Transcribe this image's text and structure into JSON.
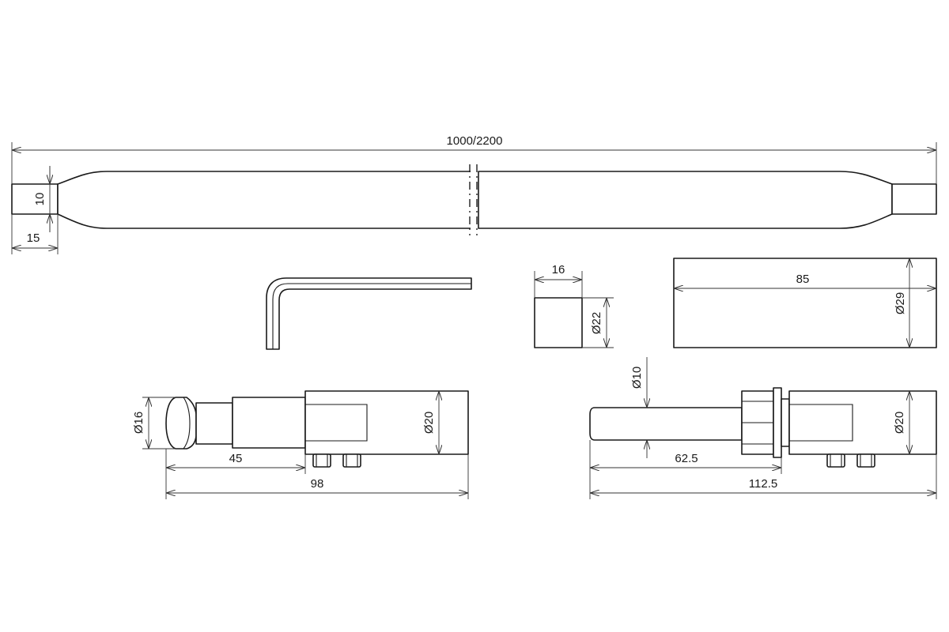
{
  "dimensions": {
    "rod_length": "1000/2200",
    "rod_end_diameter": "10",
    "rod_end_length": "15",
    "sleeve_length": "16",
    "sleeve_diameter": "Ø22",
    "block_length": "85",
    "block_diameter": "Ø29",
    "pin_head_diameter": "Ø16",
    "pin_body_diameter": "Ø20",
    "pin_shaft_length": "45",
    "pin_total_length": "98",
    "bolt_shaft_diameter": "Ø10",
    "bolt_body_diameter": "Ø20",
    "bolt_shaft_length": "62.5",
    "bolt_total_length": "112.5"
  }
}
